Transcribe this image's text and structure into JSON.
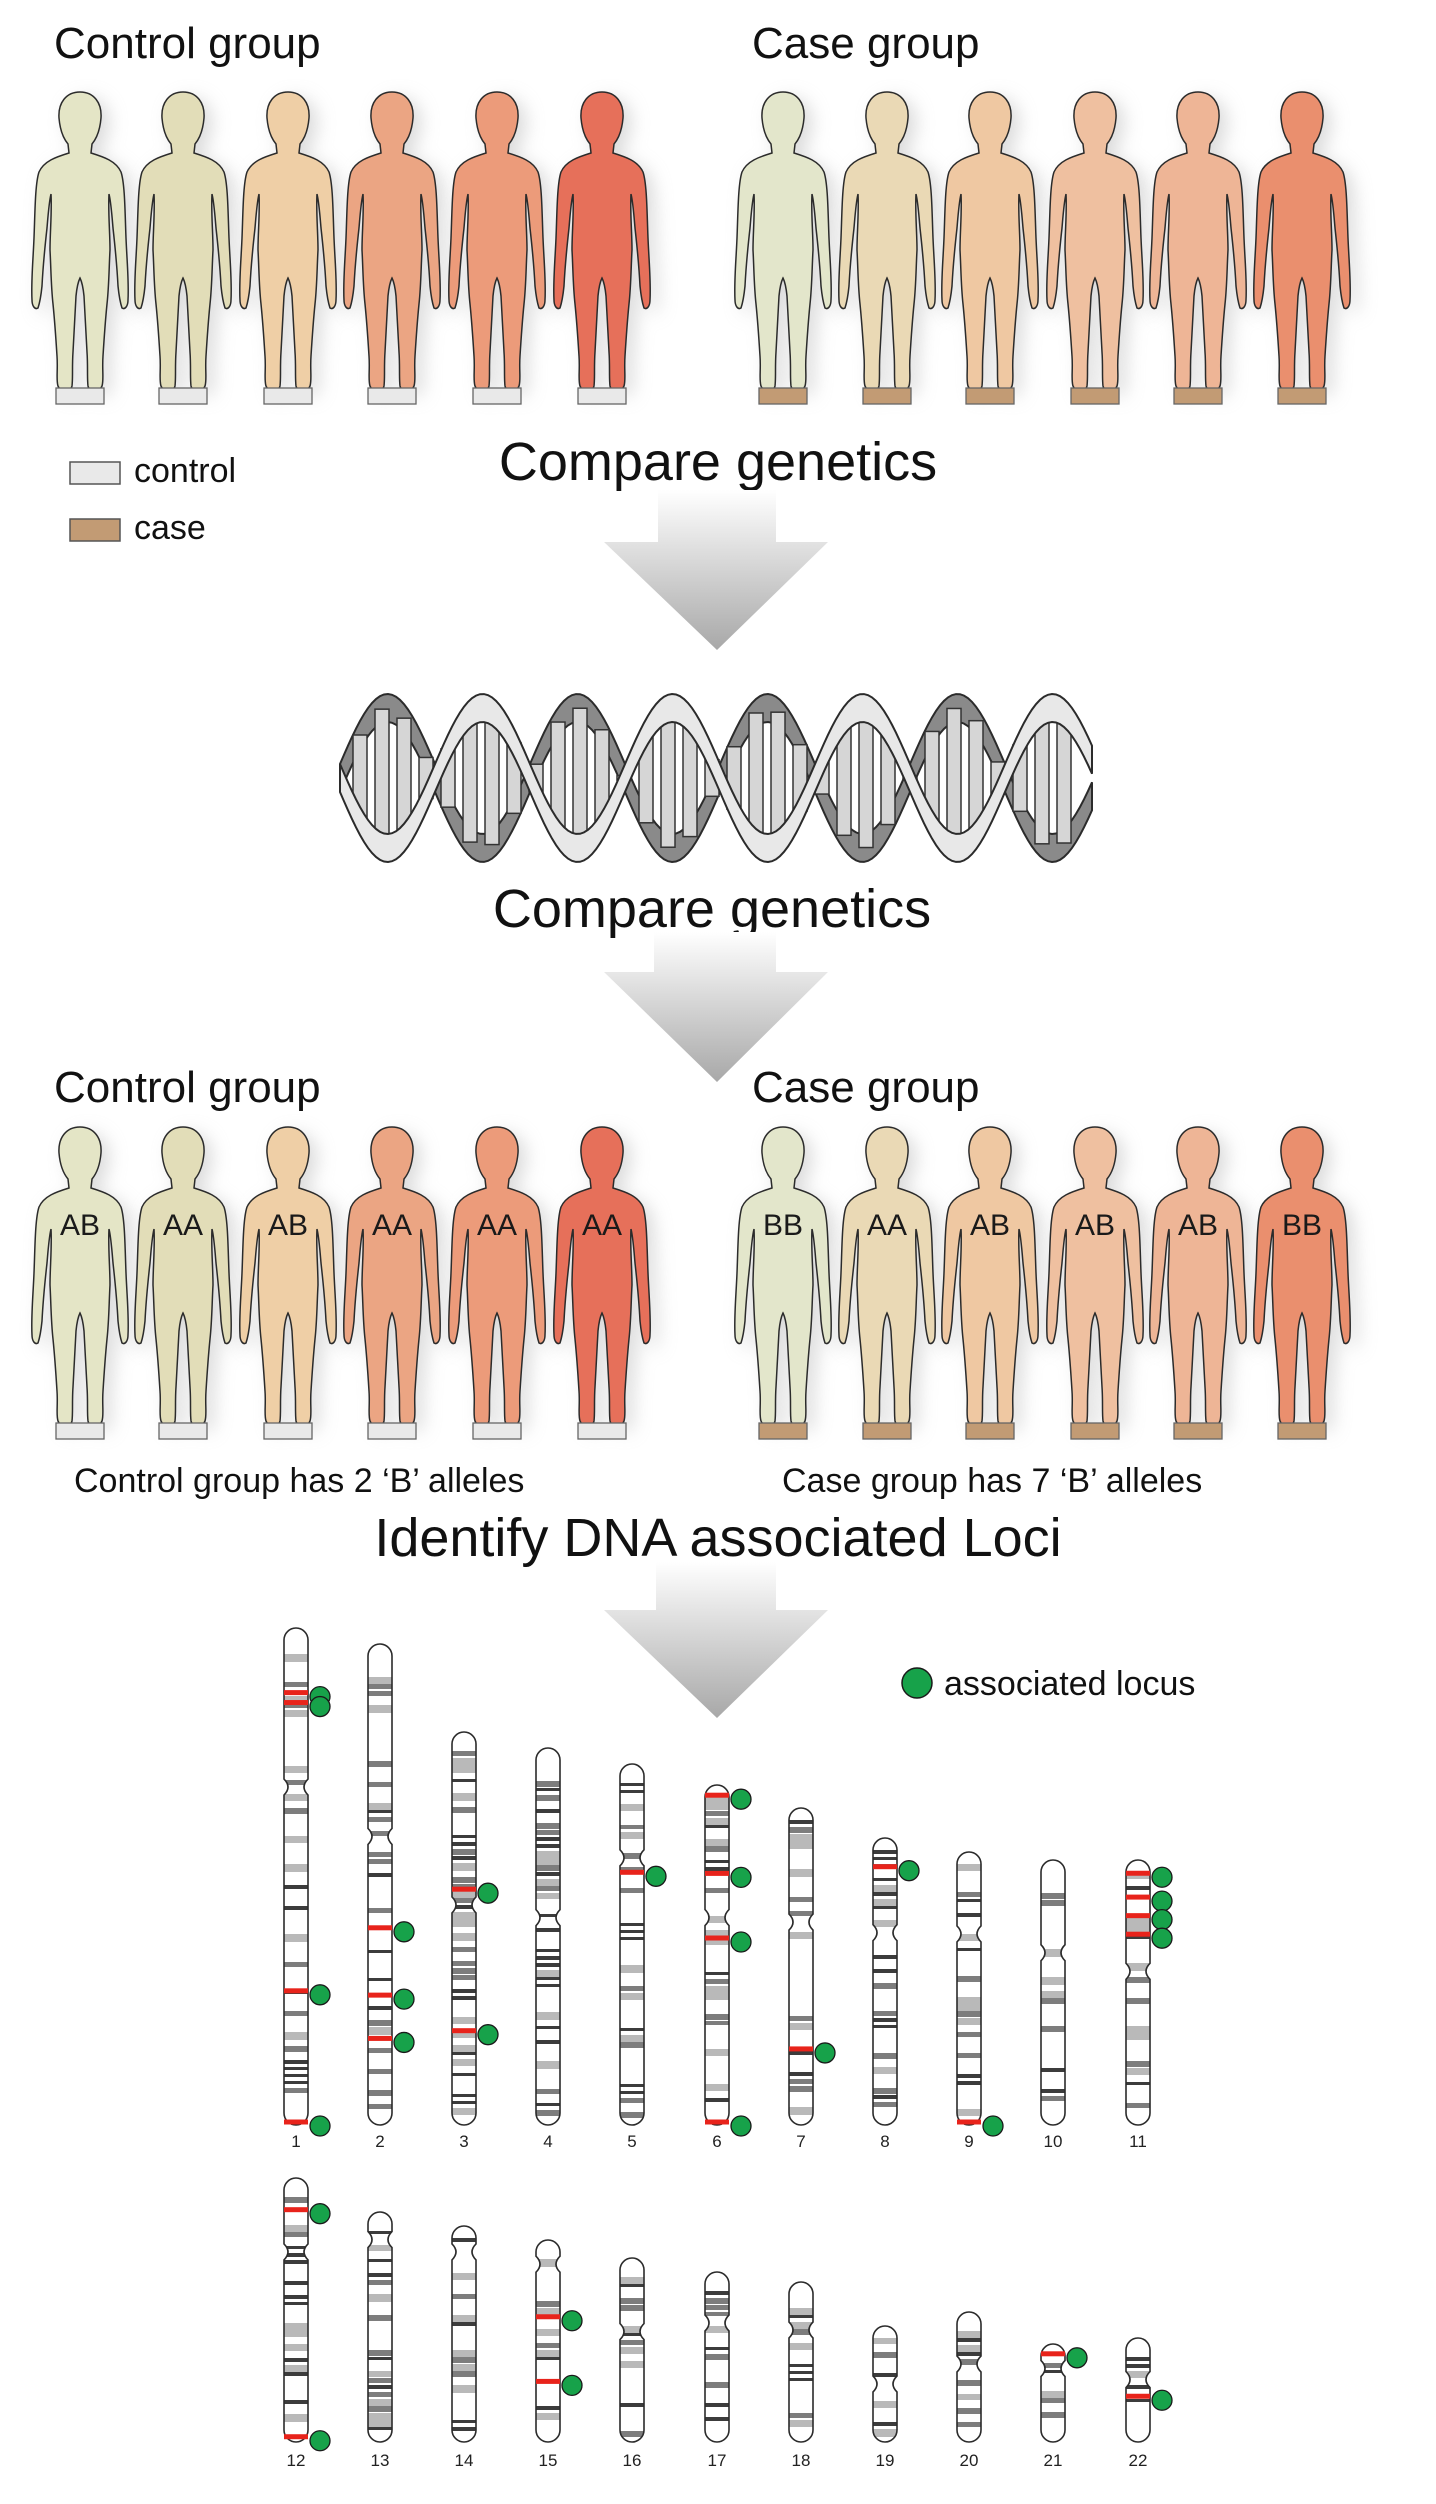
{
  "section1": {
    "control_title": "Control group",
    "case_title": "Case group",
    "control_skin": [
      "#e4e5c6",
      "#e2ddb8",
      "#efcfa6",
      "#eba583",
      "#ec9b7a",
      "#e6705a"
    ],
    "case_skin": [
      "#e3e6cb",
      "#ead9b5",
      "#efc8a2",
      "#efc0a0",
      "#eeb596",
      "#ea8f6e"
    ]
  },
  "legend": {
    "control_label": "control",
    "case_label": "case",
    "control_color": "#e9e9e9",
    "case_color": "#c29b74"
  },
  "step1_label": "Compare genetics",
  "step2_label": "Compare genetics",
  "section2": {
    "control_title": "Control group",
    "case_title": "Case group",
    "control_genotypes": [
      "AB",
      "AA",
      "AB",
      "AA",
      "AA",
      "AA"
    ],
    "case_genotypes": [
      "BB",
      "AA",
      "AB",
      "AB",
      "AB",
      "BB"
    ],
    "control_summary": "Control group has 2 ‘B’ alleles",
    "case_summary": "Case group has 7 ‘B’ alleles"
  },
  "step3_label": "Identify DNA associated Loci",
  "karyotype": {
    "legend_label": "associated locus",
    "locus_color": "#17a24a",
    "marker_color": "#e8231b",
    "chromosomes": [
      {
        "label": "1",
        "loci": [
          0.13,
          0.15,
          0.73,
          0.998
        ]
      },
      {
        "label": "2",
        "loci": [
          0.59,
          0.73,
          0.82
        ]
      },
      {
        "label": "3",
        "loci": [
          0.4,
          0.76
        ]
      },
      {
        "label": "4",
        "loci": []
      },
      {
        "label": "5",
        "loci": [
          0.3
        ]
      },
      {
        "label": "6",
        "loci": [
          0.03,
          0.26,
          0.45,
          0.998
        ]
      },
      {
        "label": "7",
        "loci": [
          0.76
        ]
      },
      {
        "label": "8",
        "loci": [
          0.1
        ]
      },
      {
        "label": "9",
        "loci": [
          0.99
        ]
      },
      {
        "label": "10",
        "loci": []
      },
      {
        "label": "11",
        "loci": [
          0.05,
          0.14,
          0.21,
          0.28
        ]
      },
      {
        "label": "12",
        "loci": [
          0.12,
          0.98
        ]
      },
      {
        "label": "13",
        "loci": []
      },
      {
        "label": "14",
        "loci": []
      },
      {
        "label": "15",
        "loci": [
          0.38,
          0.7
        ]
      },
      {
        "label": "16",
        "loci": []
      },
      {
        "label": "17",
        "loci": []
      },
      {
        "label": "18",
        "loci": []
      },
      {
        "label": "19",
        "loci": []
      },
      {
        "label": "20",
        "loci": []
      },
      {
        "label": "21",
        "loci": [
          0.1
        ]
      },
      {
        "label": "22",
        "loci": [
          0.56
        ]
      }
    ]
  }
}
